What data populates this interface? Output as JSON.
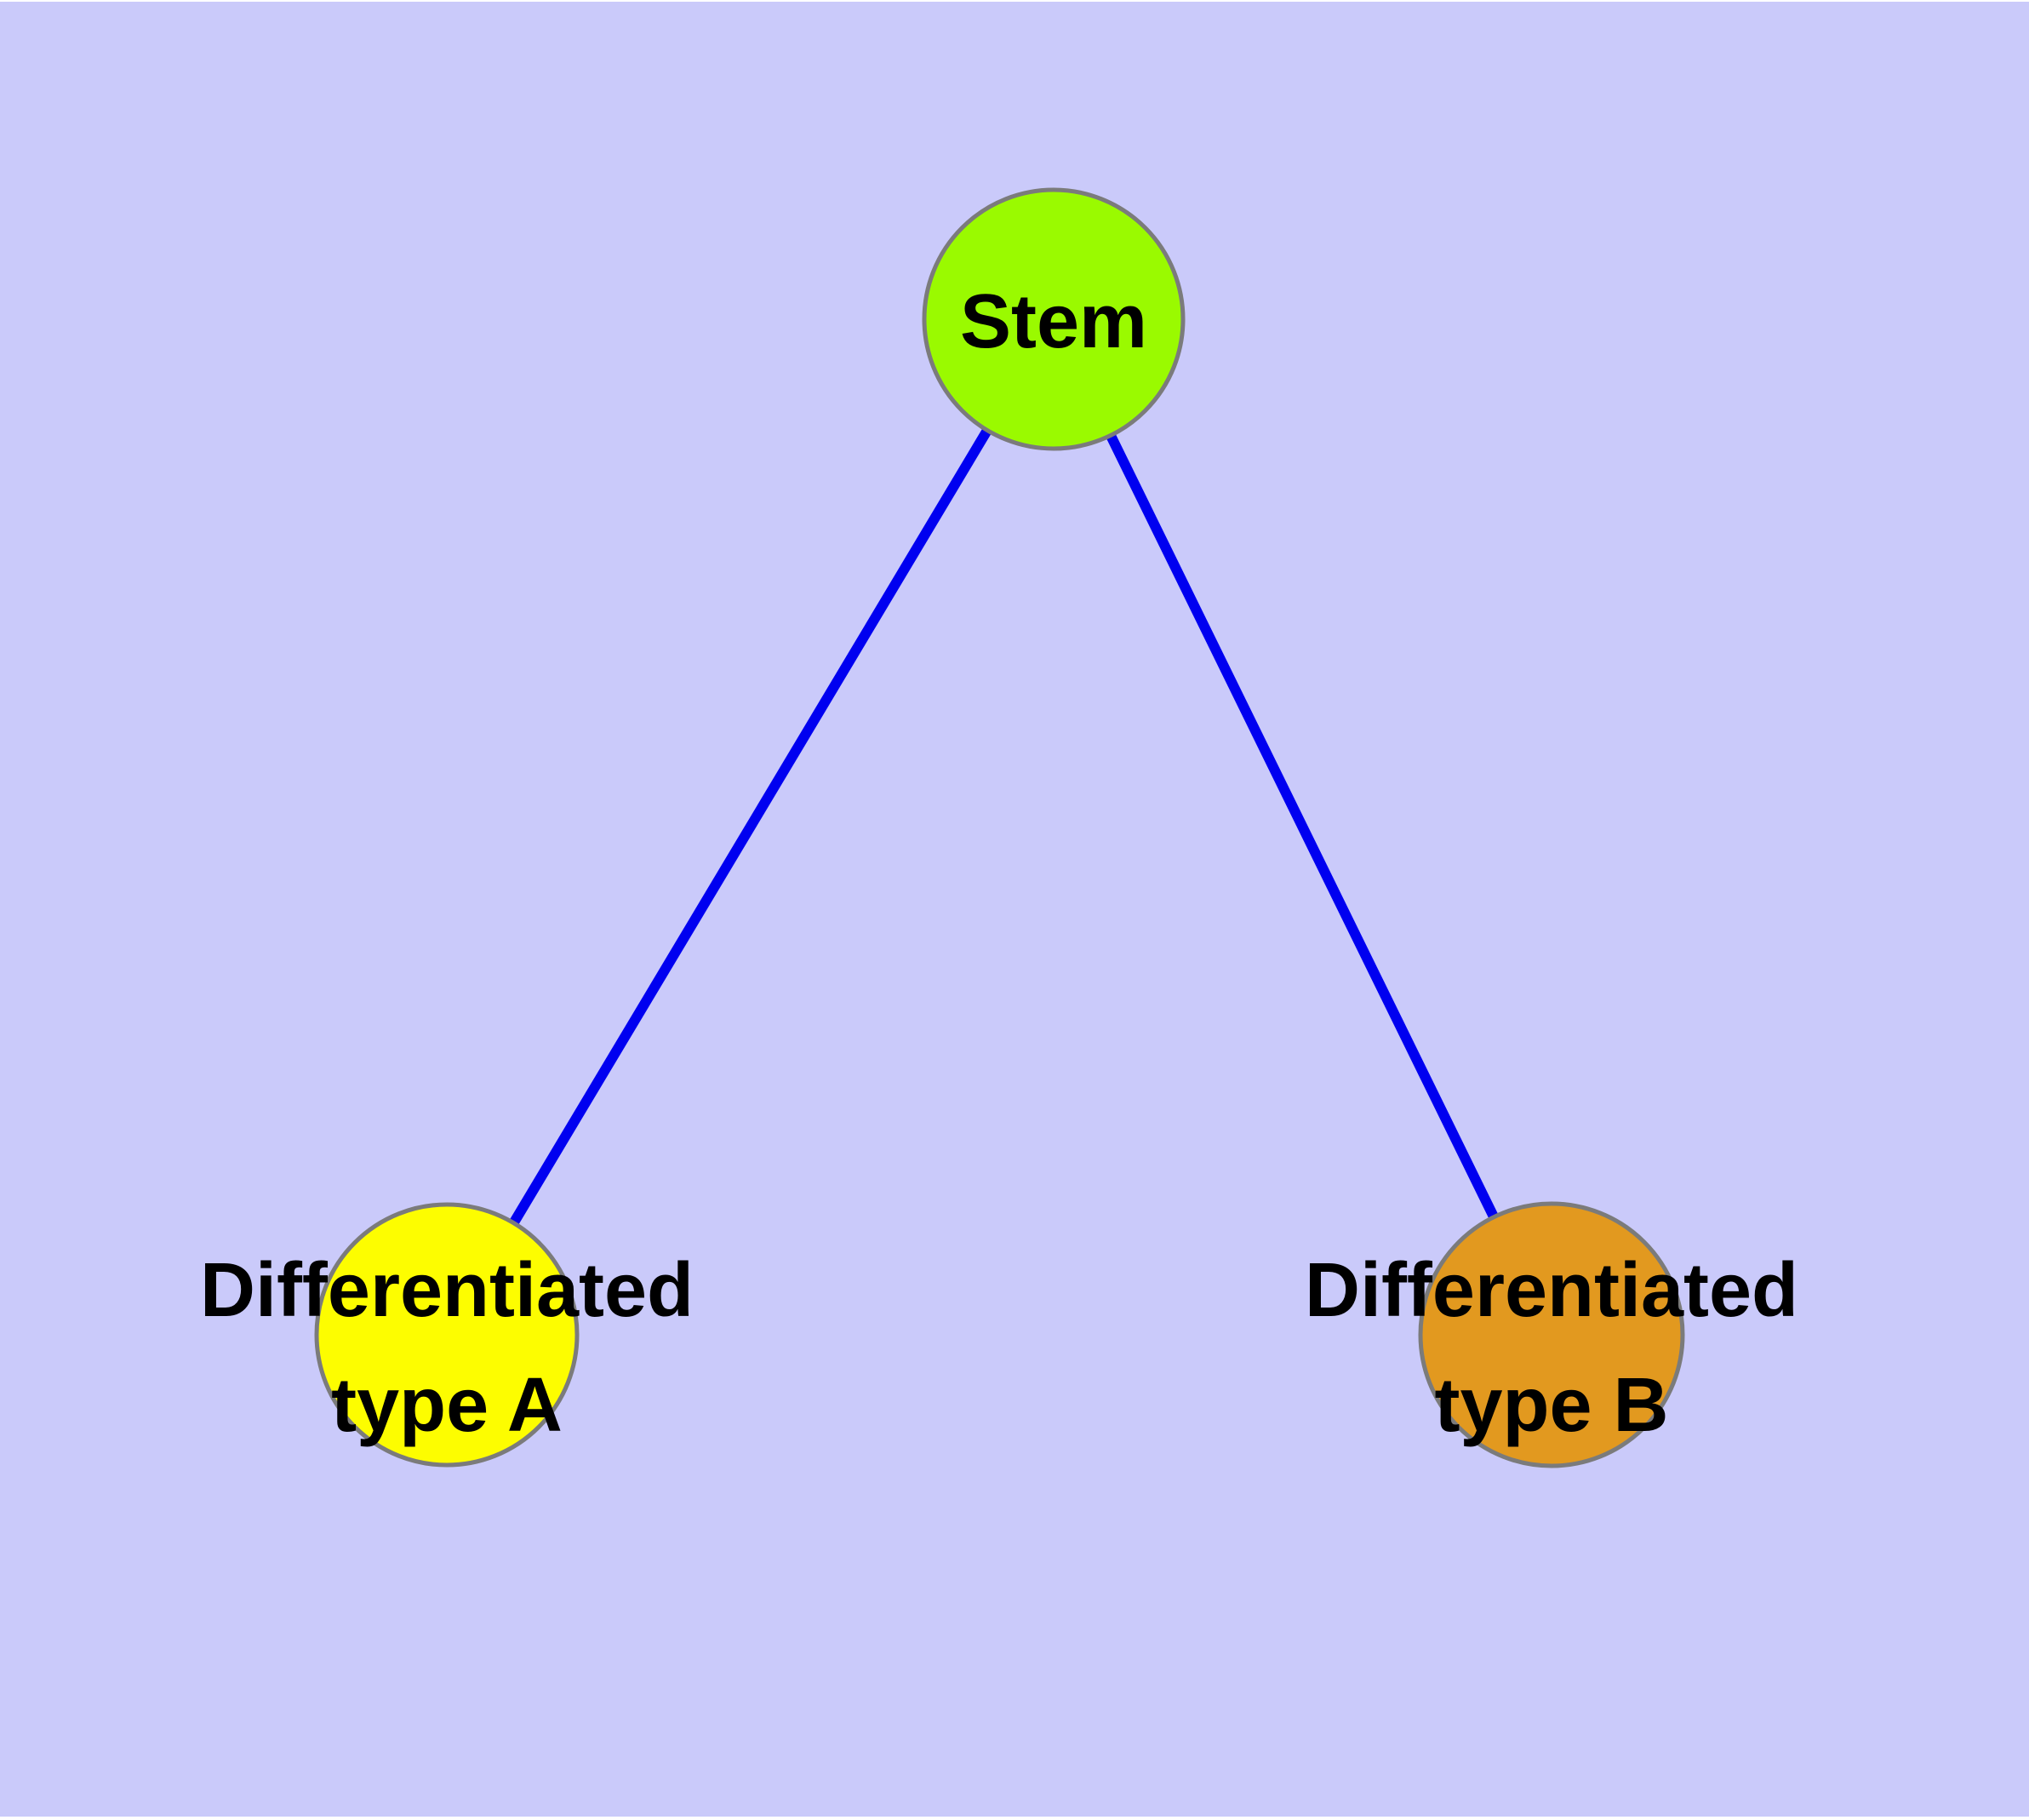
{
  "diagram": {
    "background_color": "#CACAFA",
    "page_margin_color": "#FFFFFF",
    "edge_color": "#0000F0",
    "node_border_color": "#7B7B7B",
    "label_color": "#000000"
  },
  "nodes": {
    "stem": {
      "label": "Stem",
      "fill_color": "#9AFA00"
    },
    "type_a": {
      "label_line1": "Differentiated",
      "label_line2": "type A",
      "fill_color": "#FDFD00"
    },
    "type_b": {
      "label_line1": "Differentiated",
      "label_line2": "type B",
      "fill_color": "#E2991F"
    }
  },
  "edges": [
    {
      "from": "Stem",
      "to": "Differentiated type A"
    },
    {
      "from": "Stem",
      "to": "Differentiated type B"
    }
  ]
}
